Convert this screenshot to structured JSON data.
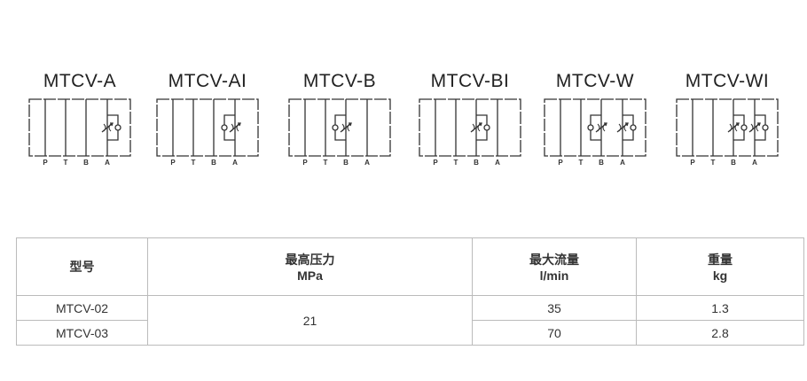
{
  "models": [
    {
      "name": "MTCV-A",
      "ports": [
        "P",
        "T",
        "B",
        "A"
      ],
      "valves": [
        "A"
      ]
    },
    {
      "name": "MTCV-AI",
      "ports": [
        "P",
        "T",
        "B",
        "A"
      ],
      "valves": [
        "AI"
      ]
    },
    {
      "name": "MTCV-B",
      "ports": [
        "P",
        "T",
        "B",
        "A"
      ],
      "valves": [
        "B"
      ]
    },
    {
      "name": "MTCV-BI",
      "ports": [
        "P",
        "T",
        "B",
        "A"
      ],
      "valves": [
        "BI"
      ]
    },
    {
      "name": "MTCV-W",
      "ports": [
        "P",
        "T",
        "B",
        "A"
      ],
      "valves": [
        "B",
        "A"
      ]
    },
    {
      "name": "MTCV-WI",
      "ports": [
        "P",
        "T",
        "B",
        "A"
      ],
      "valves": [
        "BI",
        "A"
      ]
    }
  ],
  "table": {
    "headers": [
      {
        "label": "型号",
        "unit": ""
      },
      {
        "label": "最高压力",
        "unit": "MPa"
      },
      {
        "label": "最大流量",
        "unit": "l/min"
      },
      {
        "label": "重量",
        "unit": "kg"
      }
    ],
    "pressure": "21",
    "rows": [
      {
        "model": "MTCV-02",
        "flow": "35",
        "weight": "1.3"
      },
      {
        "model": "MTCV-03",
        "flow": "70",
        "weight": "2.8"
      }
    ]
  }
}
